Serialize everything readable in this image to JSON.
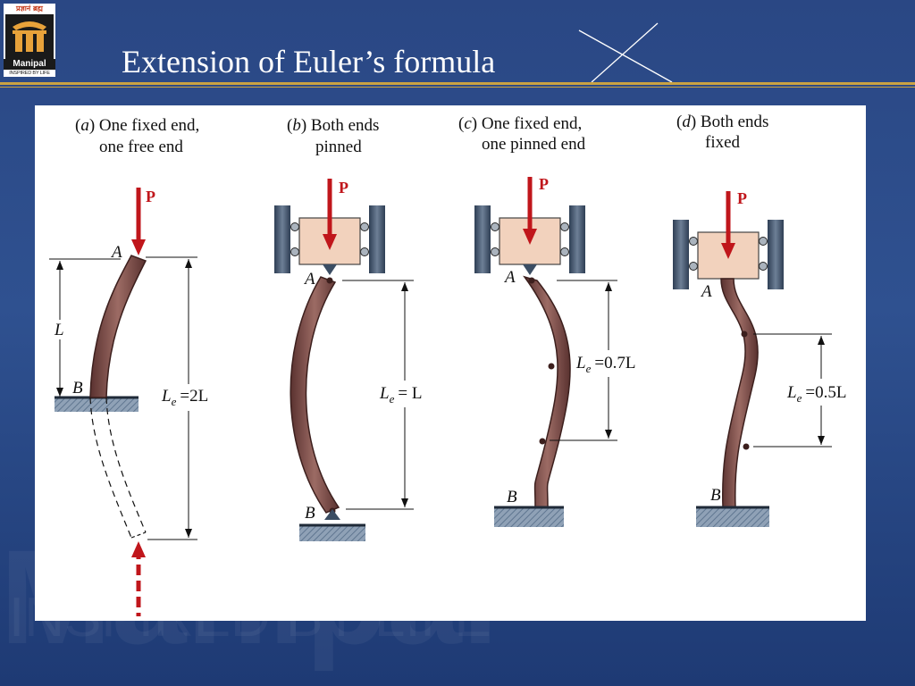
{
  "slide": {
    "title": "Extension of Euler’s formula"
  },
  "logo": {
    "hindi": "प्रज्ञानं ब्रह्म",
    "name": "Manipal",
    "tagline": "INSPIRED BY LIFE"
  },
  "diagram": {
    "load_label": "P",
    "cases": [
      {
        "letter": "a",
        "caption_line1": "One fixed end,",
        "caption_line2": "one free end",
        "top_label": "A",
        "bottom_label": "B",
        "length_label": "L",
        "le_label": "L",
        "le_sub": "e",
        "le_value": "=2L"
      },
      {
        "letter": "b",
        "caption_line1": "Both ends",
        "caption_line2": "pinned",
        "top_label": "A",
        "bottom_label": "B",
        "le_label": "L",
        "le_sub": "e",
        "le_value": "= L"
      },
      {
        "letter": "c",
        "caption_line1": "One fixed end,",
        "caption_line2": "one pinned end",
        "top_label": "A",
        "bottom_label": "B",
        "le_label": "L",
        "le_sub": "e",
        "le_value": "=0.7L"
      },
      {
        "letter": "d",
        "caption_line1": "Both ends",
        "caption_line2": "fixed",
        "top_label": "A",
        "bottom_label": "B",
        "le_label": "L",
        "le_sub": "e",
        "le_value": "=0.5L"
      }
    ]
  },
  "colors": {
    "background": "#2f5190",
    "accent_line": "#c9a243",
    "load_arrow": "#c0161b",
    "column": "#7a4a45",
    "block": "#f2d2bd",
    "support": "#3b4d63"
  }
}
